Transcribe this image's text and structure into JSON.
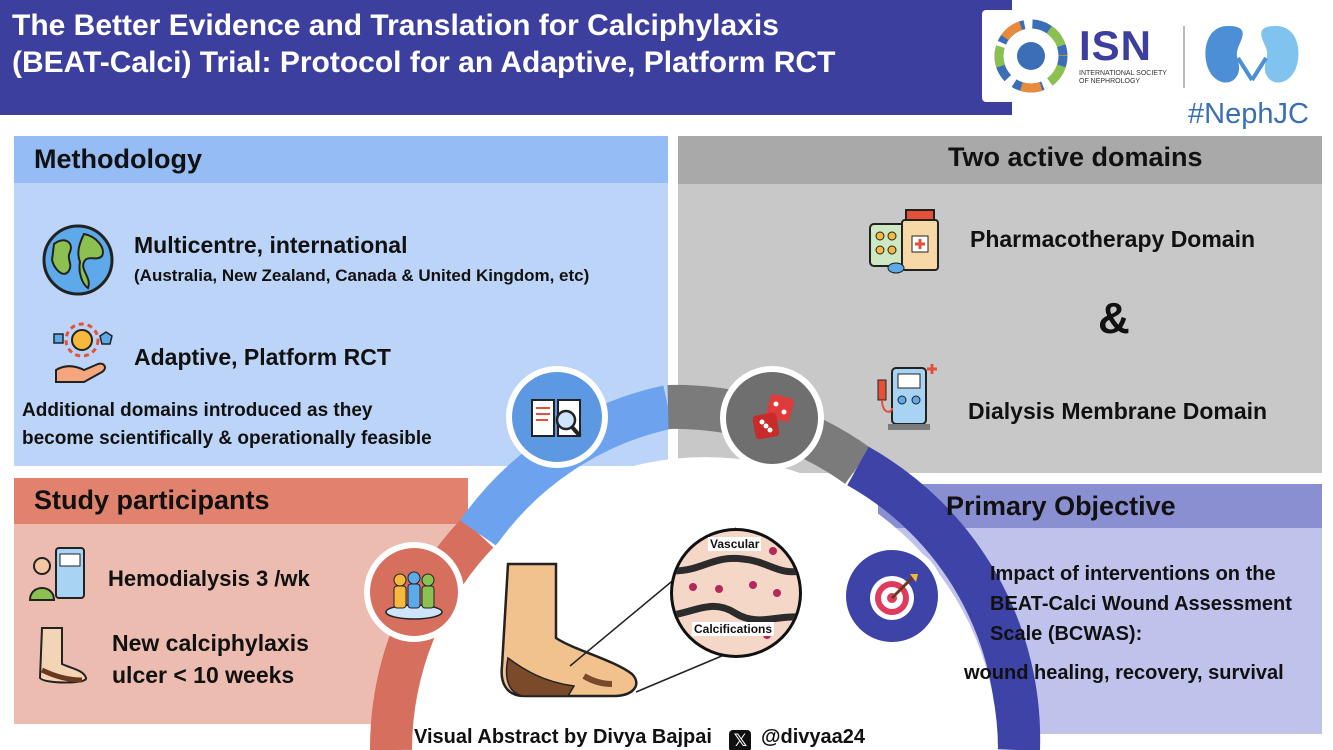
{
  "header": {
    "title": "The Better Evidence and Translation for Calciphylaxis\n(BEAT-Calci) Trial: Protocol for an Adaptive, Platform RCT",
    "isn_logo_text": "ISN",
    "isn_logo_subtext": "INTERNATIONAL SOCIETY\nOF NEPHROLOGY",
    "hashtag": "#NephJC"
  },
  "methodology": {
    "heading": "Methodology",
    "item1_title": "Multicentre, international",
    "item1_detail": "(Australia, New Zealand, Canada & United Kingdom, etc)",
    "item2_title": "Adaptive, Platform RCT",
    "note_line1": "Additional domains introduced as they",
    "note_line2": "become scientifically & operationally feasible"
  },
  "domains": {
    "heading": "Two active domains",
    "domain1": "Pharmacotherapy Domain",
    "ampersand": "&",
    "domain2": "Dialysis Membrane Domain"
  },
  "study": {
    "heading": "Study participants",
    "item1": "Hemodialysis 3 /wk",
    "item2_line1": "New calciphylaxis",
    "item2_line2": "ulcer < 10 weeks"
  },
  "primary": {
    "heading": "Primary Objective",
    "line1": "Impact of interventions on the",
    "line2": "BEAT-Calci Wound Assessment",
    "line3": "Scale (BCWAS):",
    "outcomes": "wound healing, recovery, survival"
  },
  "center": {
    "label_top": "Vascular",
    "label_bottom": "Calcifications"
  },
  "footer": {
    "credit": "Visual Abstract by Divya Bajpai",
    "x_glyph": "𝕏",
    "handle": "@divyaa24"
  },
  "colors": {
    "header_bg": "#3d3f9e",
    "methodology": "#bbd4f7",
    "domains": "#c8c8c8",
    "study": "#edbcb0",
    "primary": "#bfc3ec"
  },
  "icons": [
    "globe-icon",
    "gear-hand-icon",
    "research-book-icon",
    "dice-icon",
    "medicine-icon",
    "dialysis-machine-icon",
    "patient-dialysis-icon",
    "foot-ulcer-icon",
    "participants-icon",
    "target-icon",
    "foot-illustration",
    "vessel-icon",
    "kidney-icon"
  ]
}
